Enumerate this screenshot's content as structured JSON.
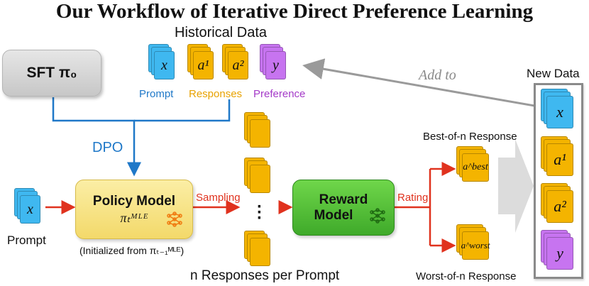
{
  "title": "Our Workflow of Iterative Direct Preference Learning",
  "historical_data": {
    "heading": "Historical Data",
    "tiles": [
      "x",
      "a¹",
      "a²",
      "y"
    ],
    "captions": {
      "prompt": "Prompt",
      "responses": "Responses",
      "preference": "Preference"
    }
  },
  "sft_box": {
    "label": "SFT π₀"
  },
  "dpo_label": "DPO",
  "add_to_label": "Add to",
  "new_data": {
    "heading": "New Data",
    "tiles": [
      "x",
      "a¹",
      "a²",
      "y"
    ]
  },
  "prompt_input": {
    "tile": "x",
    "caption": "Prompt"
  },
  "policy_model": {
    "title": "Policy Model",
    "symbol": "πₜᴹᴸᴱ",
    "note": "(Initialized from πₜ₋₁ᴹᴸᴱ)"
  },
  "sampling_label": "Sampling",
  "responses_caption": "n Responses per Prompt",
  "reward_model": {
    "title_line1": "Reward",
    "title_line2": "Model"
  },
  "rating_label": "Rating",
  "best": {
    "caption": "Best-of-n Response",
    "tile": "a^best"
  },
  "worst": {
    "caption": "Worst-of-n Response",
    "tile": "a^worst"
  },
  "colors": {
    "blue": "#3fb8f0",
    "orange": "#f4b400",
    "purple": "#c774f0",
    "green": "#3faa2a",
    "yellow": "#f3d96a",
    "red_arrow": "#e0321e",
    "blue_arrow": "#1f78c8"
  }
}
